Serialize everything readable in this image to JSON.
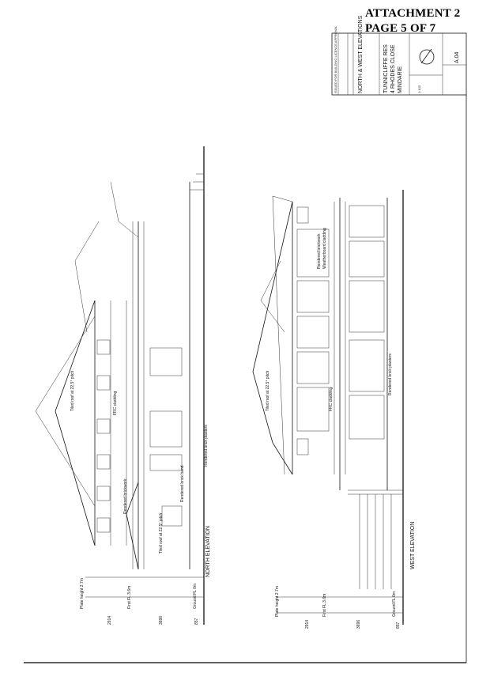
{
  "header": {
    "attachment": "ATTACHMENT 2",
    "page": "PAGE 5 OF 7"
  },
  "title_block": {
    "issue_note": "ISSUED FOR BUILDING LICENCE APPROVAL",
    "drawing_title": "NORTH & WEST ELEVATIONS",
    "project_line1": "TUNNICLIFFE RES",
    "project_line2": "4 RHODES CLOSE",
    "project_line3": "MINDARIE",
    "scale": "1:100",
    "drawing_no": "A.04"
  },
  "north_elevation": {
    "title": "NORTH ELEVATION",
    "plate_height": "Plate height 2.7m",
    "floor_level": "First FL 3.6m",
    "ground_level": "Ground FL 0m",
    "roof_pitch_1": "Tiled roof at 22.5° pitch",
    "roof_pitch_2": "Tiled roof at 22.5° pitch",
    "notes": [
      "Rendered brickwork",
      "Rendered brick band",
      "FRC cladding",
      "Rendered brick plasters"
    ],
    "dims": [
      "2914",
      "3696",
      "857"
    ]
  },
  "west_elevation": {
    "title": "WEST ELEVATION",
    "plate_height": "Plate height 2.7m",
    "floor_level": "First FL 3.6m",
    "ground_level": "Ground FL 0m",
    "roof_pitch": "Tiled roof at 22.5° pitch",
    "notes": [
      "Rendered brickwork",
      "Weatherboard cladding",
      "FRC cladding",
      "Rendered brick plasters"
    ],
    "dims": [
      "2914",
      "3696",
      "857"
    ]
  }
}
